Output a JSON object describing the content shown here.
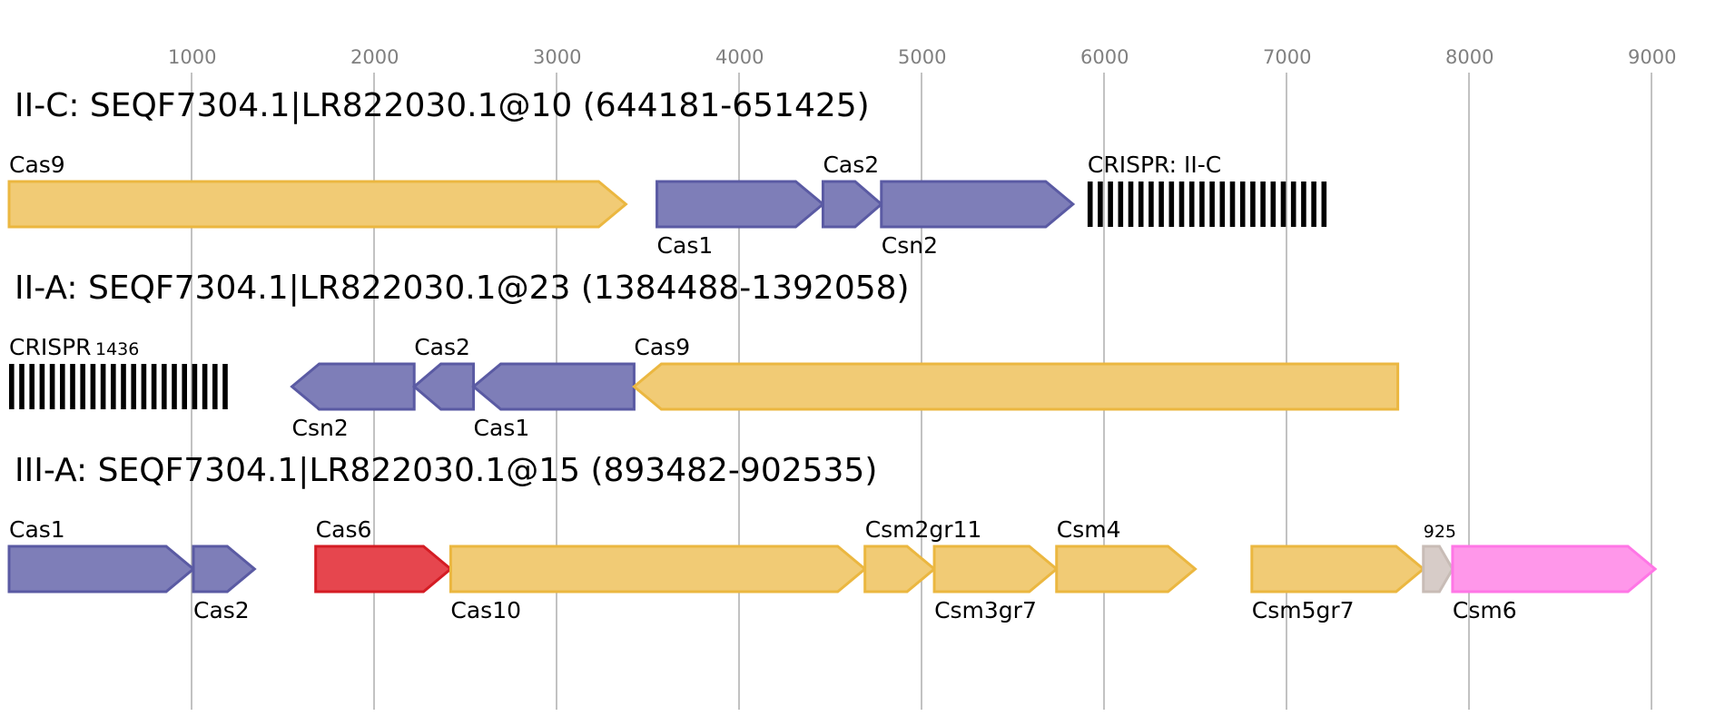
{
  "colors": {
    "blue_fill": "#7e7eb8",
    "blue_stroke": "#5a5aa3",
    "yellow_fill": "#f1cb75",
    "yellow_stroke": "#ebb740",
    "red_fill": "#e6464e",
    "red_stroke": "#d41c24",
    "pink_fill": "#ff97ea",
    "pink_stroke": "#ff76e6",
    "gray_fill": "#d7ccc8",
    "gray_stroke": "#c8bcb6",
    "grid": "#b3b3b3",
    "tick_text": "#808080"
  },
  "axis": {
    "ticks": [
      {
        "value": 1000,
        "label": "1000"
      },
      {
        "value": 2000,
        "label": "2000"
      },
      {
        "value": 3000,
        "label": "3000"
      },
      {
        "value": 4000,
        "label": "4000"
      },
      {
        "value": 5000,
        "label": "5000"
      },
      {
        "value": 6000,
        "label": "6000"
      },
      {
        "value": 7000,
        "label": "7000"
      },
      {
        "value": 8000,
        "label": "8000"
      },
      {
        "value": 9000,
        "label": "9000"
      }
    ]
  },
  "tracks": [
    {
      "id": "ii-c",
      "title": "II-C: SEQF7304.1|LR822030.1@10 (644181-651425)",
      "features": [
        {
          "label": "Cas9",
          "start": 0,
          "end": 3380,
          "strand": 1,
          "color": "yellow",
          "label_pos": "above"
        },
        {
          "label": "Cas1",
          "start": 3550,
          "end": 4460,
          "strand": 1,
          "color": "blue",
          "label_pos": "below"
        },
        {
          "label": "Cas2",
          "start": 4460,
          "end": 4780,
          "strand": 1,
          "color": "blue",
          "label_pos": "above"
        },
        {
          "label": "Csn2",
          "start": 4780,
          "end": 5830,
          "strand": 1,
          "color": "blue",
          "label_pos": "below"
        },
        {
          "label": "CRISPR: II-C",
          "start": 5910,
          "end": 7270,
          "kind": "crispr",
          "label_pos": "above"
        }
      ]
    },
    {
      "id": "ii-a",
      "title": "II-A: SEQF7304.1|LR822030.1@23 (1384488-1392058)",
      "features": [
        {
          "label": "CRISPR",
          "start": 0,
          "end": 1230,
          "kind": "crispr",
          "label_pos": "above",
          "extra_label": "1436"
        },
        {
          "label": "Csn2",
          "start": 1550,
          "end": 2220,
          "strand": -1,
          "color": "blue",
          "label_pos": "below"
        },
        {
          "label": "Cas2",
          "start": 2220,
          "end": 2545,
          "strand": -1,
          "color": "blue",
          "label_pos": "above"
        },
        {
          "label": "Cas1",
          "start": 2545,
          "end": 3425,
          "strand": -1,
          "color": "blue",
          "label_pos": "below"
        },
        {
          "label": "Cas9",
          "start": 3425,
          "end": 7610,
          "strand": -1,
          "color": "yellow",
          "label_pos": "above"
        }
      ]
    },
    {
      "id": "iii-a",
      "title": "III-A: SEQF7304.1|LR822030.1@15 (893482-902535)",
      "features": [
        {
          "label": "Cas1",
          "start": 0,
          "end": 1010,
          "strand": 1,
          "color": "blue",
          "label_pos": "above"
        },
        {
          "label": "Cas2",
          "start": 1010,
          "end": 1345,
          "strand": 1,
          "color": "blue",
          "label_pos": "below"
        },
        {
          "label": "Cas6",
          "start": 1680,
          "end": 2420,
          "strand": 1,
          "color": "red",
          "label_pos": "above"
        },
        {
          "label": "Cas10",
          "start": 2420,
          "end": 4690,
          "strand": 1,
          "color": "yellow",
          "label_pos": "below"
        },
        {
          "label": "Csm2gr11",
          "start": 4690,
          "end": 5070,
          "strand": 1,
          "color": "yellow",
          "label_pos": "above"
        },
        {
          "label": "Csm3gr7",
          "start": 5070,
          "end": 5740,
          "strand": 1,
          "color": "yellow",
          "label_pos": "below"
        },
        {
          "label": "Csm4",
          "start": 5740,
          "end": 6500,
          "strand": 1,
          "color": "yellow",
          "label_pos": "above"
        },
        {
          "label": "Csm5gr7",
          "start": 6810,
          "end": 7750,
          "strand": 1,
          "color": "yellow",
          "label_pos": "below"
        },
        {
          "label": "925",
          "start": 7750,
          "end": 7910,
          "strand": 1,
          "color": "gray",
          "label_pos": "above",
          "small": true
        },
        {
          "label": "Csm6",
          "start": 7910,
          "end": 9020,
          "strand": 1,
          "color": "pink",
          "label_pos": "below"
        }
      ]
    }
  ]
}
